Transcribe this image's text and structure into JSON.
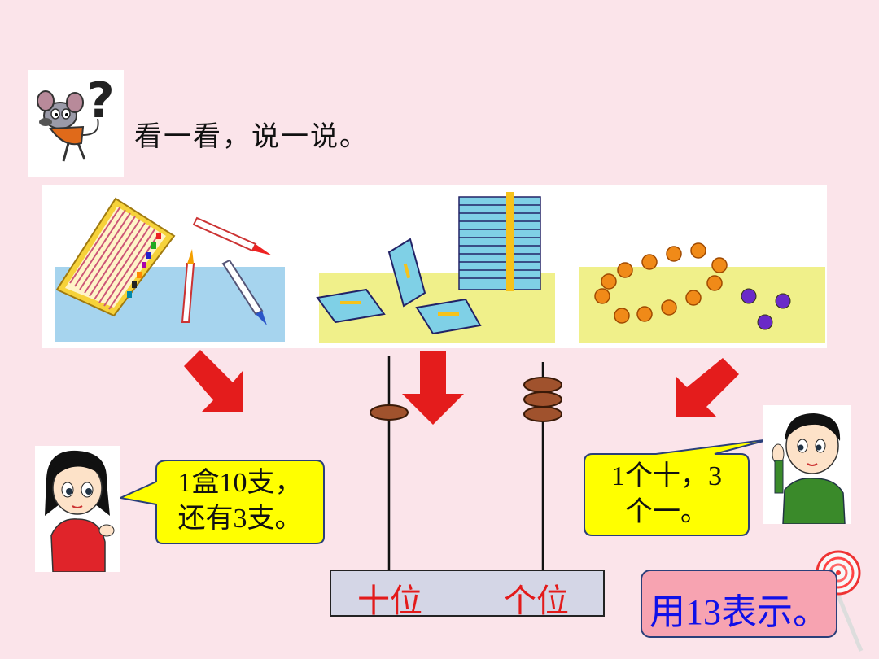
{
  "prompt": "看一看，说一说。",
  "girl_callout": {
    "line1": "1盒10支，",
    "line2": "还有3支。"
  },
  "boy_callout": {
    "line1": "1个十，3",
    "line2": "个一。"
  },
  "abacus": {
    "place_labels": {
      "tens": "十位",
      "ones": "个位"
    },
    "tens_beads": 1,
    "ones_beads": 3
  },
  "result": "用13表示。",
  "colors": {
    "background": "#fbe4ea",
    "arrow": "#e41c1c",
    "callout_fill": "#ffff00",
    "result_fill": "#f7a3b1",
    "result_text": "#1010e8",
    "place_label": "#e31a1a"
  },
  "icons": [
    "mouse-question-icon",
    "crayons-illustration",
    "books-illustration",
    "beads-illustration",
    "girl-avatar",
    "boy-avatar",
    "lollipop-icon"
  ]
}
